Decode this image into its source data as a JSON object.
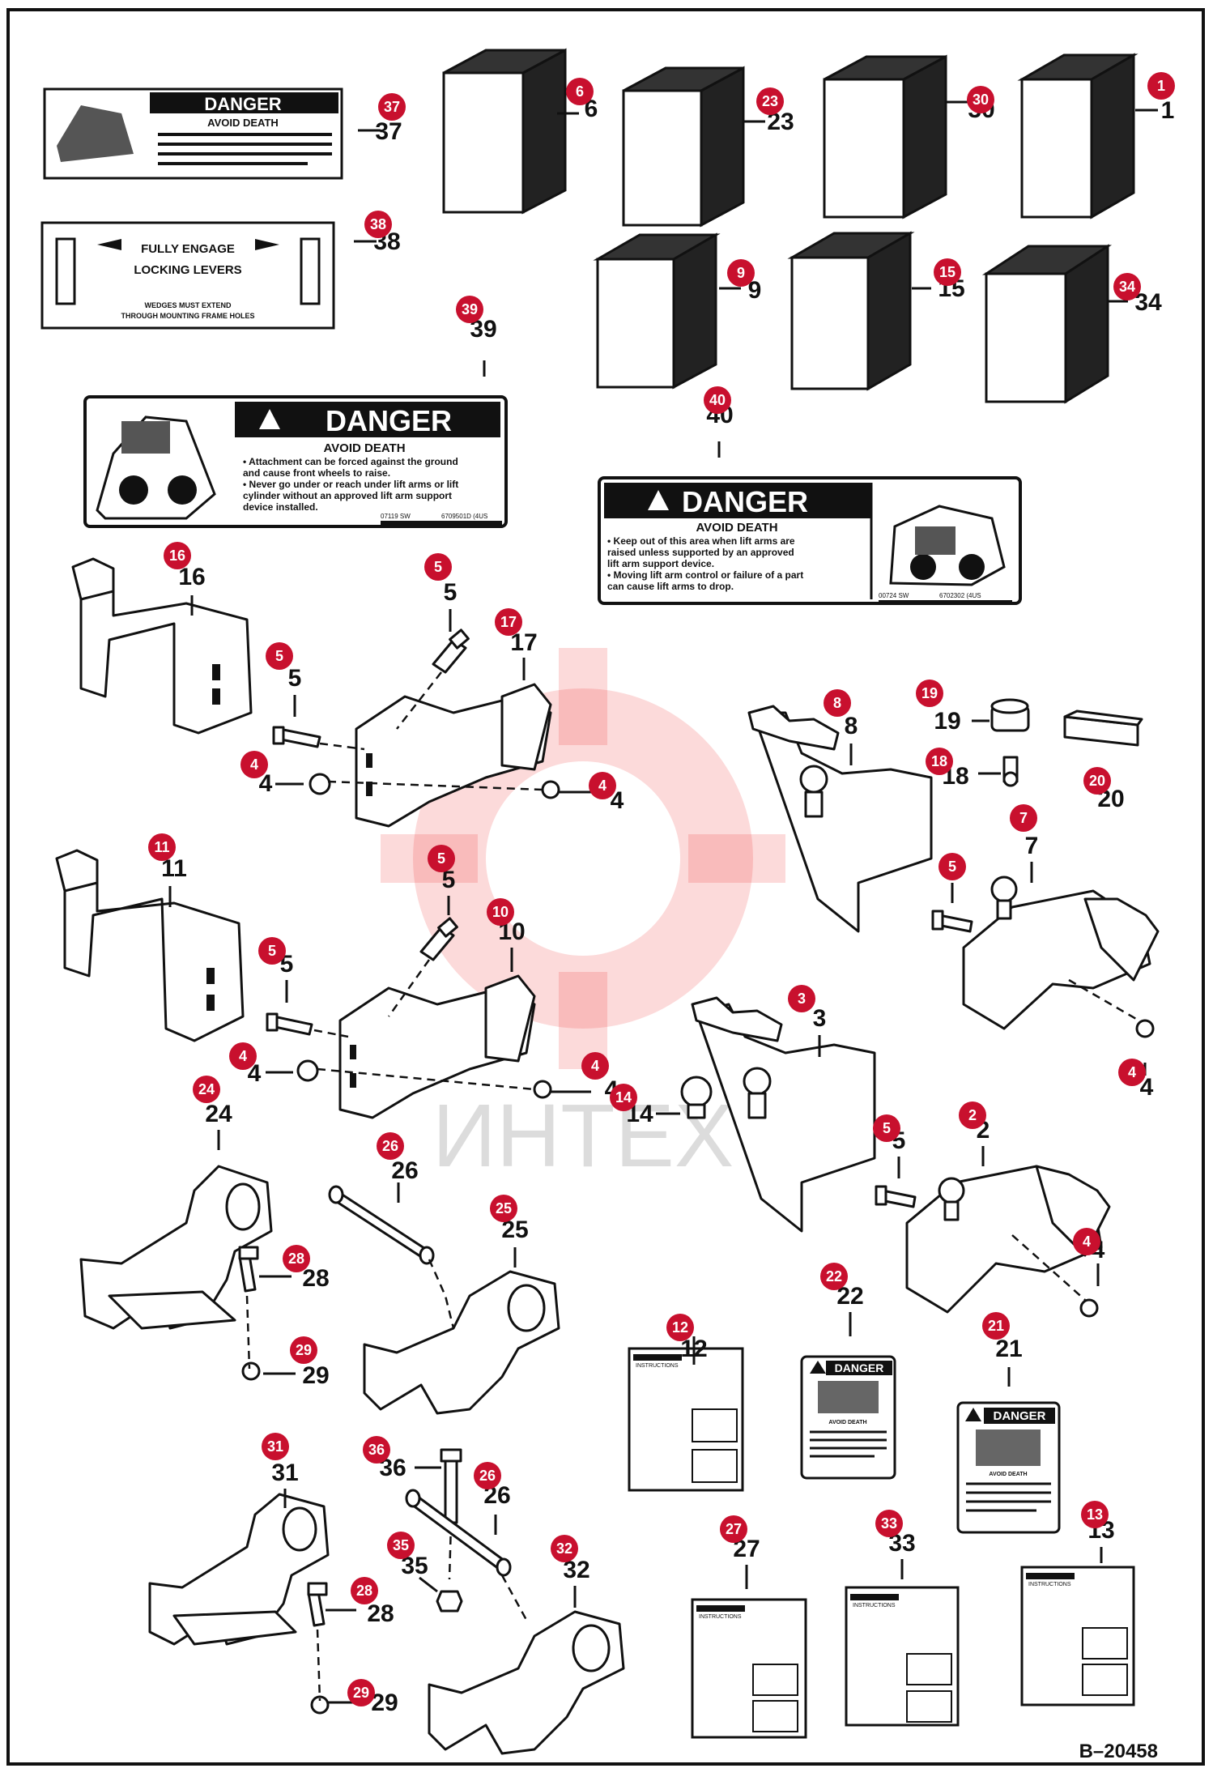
{
  "diagram_code": "B–20458",
  "watermark": "ИНТЕХ",
  "decal_large_left": {
    "title": "DANGER",
    "subtitle": "AVOID DEATH",
    "lines": [
      "• Attachment can be forced against the ground",
      "  and cause front wheels to raise.",
      "• Never go under or reach under lift arms or lift",
      "  cylinder without an approved lift arm support",
      "  device installed."
    ],
    "code_left": "07119 SW",
    "code_right": "6709501D (4US"
  },
  "decal_large_right": {
    "title": "DANGER",
    "subtitle": "AVOID DEATH",
    "lines": [
      "• Keep out of this area when lift arms are",
      "  raised unless supported by an approved",
      "  lift arm support device.",
      "• Moving lift arm control or failure of a part",
      "  can cause lift arms to drop."
    ],
    "code_left": "00724 SW",
    "code_right": "6702302 (4US"
  },
  "decal_small_top": {
    "title": "DANGER",
    "subtitle": "AVOID DEATH"
  },
  "decal_engage": {
    "line1": "FULLY ENGAGE",
    "line2": "LOCKING LEVERS",
    "line3": "WEDGES MUST EXTEND",
    "line4": "THROUGH MOUNTING FRAME HOLES"
  },
  "decal_small_danger": {
    "title": "DANGER",
    "subtitle": "AVOID DEATH"
  },
  "manual_title": "INSTRUCTIONS",
  "callouts": [
    {
      "id": "c37",
      "badge": "37",
      "label": "37"
    },
    {
      "id": "c6",
      "badge": "6",
      "label": "6"
    },
    {
      "id": "c23",
      "badge": "23",
      "label": "23"
    },
    {
      "id": "c30",
      "badge": "30",
      "label": "30"
    },
    {
      "id": "c1",
      "badge": "1",
      "label": "1"
    },
    {
      "id": "c38",
      "badge": "38",
      "label": "38"
    },
    {
      "id": "c9",
      "badge": "9",
      "label": "9"
    },
    {
      "id": "c15",
      "badge": "15",
      "label": "15"
    },
    {
      "id": "c34",
      "badge": "34",
      "label": "34"
    },
    {
      "id": "c39",
      "badge": "39",
      "label": "39"
    },
    {
      "id": "c40",
      "badge": "40",
      "label": "40"
    },
    {
      "id": "c16",
      "badge": "16",
      "label": "16"
    },
    {
      "id": "c5a",
      "badge": "5",
      "label": "5"
    },
    {
      "id": "c17",
      "badge": "17",
      "label": "17"
    },
    {
      "id": "c5b",
      "badge": "5",
      "label": "5"
    },
    {
      "id": "c4a",
      "badge": "4",
      "label": "4"
    },
    {
      "id": "c4b",
      "badge": "4",
      "label": "4"
    },
    {
      "id": "c8",
      "badge": "8",
      "label": "8"
    },
    {
      "id": "c19",
      "badge": "19",
      "label": "19"
    },
    {
      "id": "c18",
      "badge": "18",
      "label": "18"
    },
    {
      "id": "c20",
      "badge": "20",
      "label": "20"
    },
    {
      "id": "c7",
      "badge": "7",
      "label": "7"
    },
    {
      "id": "c5c",
      "badge": "5",
      "label": "5"
    },
    {
      "id": "c11",
      "badge": "11",
      "label": "11"
    },
    {
      "id": "c5d",
      "badge": "5",
      "label": "5"
    },
    {
      "id": "c10",
      "badge": "10",
      "label": "10"
    },
    {
      "id": "c5e",
      "badge": "5",
      "label": "5"
    },
    {
      "id": "c4c",
      "badge": "4",
      "label": "4"
    },
    {
      "id": "c4d",
      "badge": "4",
      "label": "4"
    },
    {
      "id": "c14",
      "badge": "14",
      "label": "14"
    },
    {
      "id": "c3",
      "badge": "3",
      "label": "3"
    },
    {
      "id": "c4e",
      "badge": "4",
      "label": "4"
    },
    {
      "id": "c5f",
      "badge": "5",
      "label": "5"
    },
    {
      "id": "c2",
      "badge": "2",
      "label": "2"
    },
    {
      "id": "c4f",
      "badge": "4",
      "label": "4"
    },
    {
      "id": "c24",
      "badge": "24",
      "label": "24"
    },
    {
      "id": "c26a",
      "badge": "26",
      "label": "26"
    },
    {
      "id": "c25",
      "badge": "25",
      "label": "25"
    },
    {
      "id": "c28a",
      "badge": "28",
      "label": "28"
    },
    {
      "id": "c29a",
      "badge": "29",
      "label": "29"
    },
    {
      "id": "c12",
      "badge": "12",
      "label": "12"
    },
    {
      "id": "c22",
      "badge": "22",
      "label": "22"
    },
    {
      "id": "c21",
      "badge": "21",
      "label": "21"
    },
    {
      "id": "c31",
      "badge": "31",
      "label": "31"
    },
    {
      "id": "c36",
      "badge": "36",
      "label": "36"
    },
    {
      "id": "c26b",
      "badge": "26",
      "label": "26"
    },
    {
      "id": "c35",
      "badge": "35",
      "label": "35"
    },
    {
      "id": "c32",
      "badge": "32",
      "label": "32"
    },
    {
      "id": "c28b",
      "badge": "28",
      "label": "28"
    },
    {
      "id": "c29b",
      "badge": "29",
      "label": "29"
    },
    {
      "id": "c27",
      "badge": "27",
      "label": "27"
    },
    {
      "id": "c33",
      "badge": "33",
      "label": "33"
    },
    {
      "id": "c13",
      "badge": "13",
      "label": "13"
    }
  ],
  "colors": {
    "badge": "#c8102e",
    "ink": "#111111",
    "watermark": "#e33333"
  }
}
